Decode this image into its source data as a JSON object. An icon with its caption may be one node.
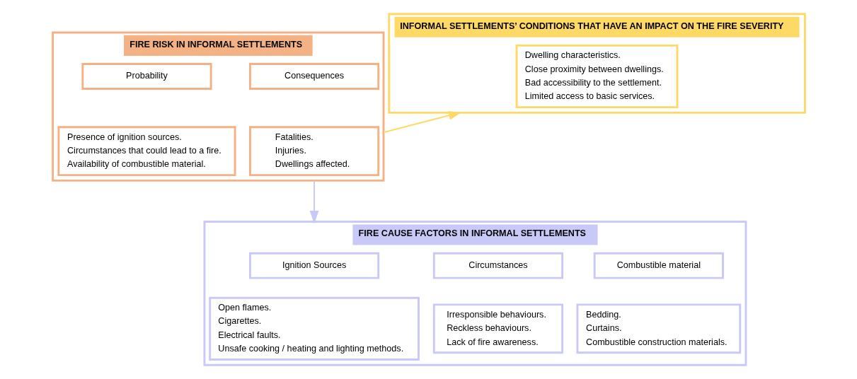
{
  "diagram": {
    "nodes": [
      {
        "text": [
          "FIRE RISK IN INFORMAL SETTLEMENTS"
        ]
      },
      {
        "text": [
          "Probability"
        ],
        "in": 0
      },
      {
        "text": [
          "Consequences"
        ],
        "in": 0
      },
      {
        "text": [
          "Presence of ignition sources.",
          "Circumstances that could lead to a fire.",
          "Availability of combustible material."
        ],
        "in": 0
      },
      {
        "text": [
          "Fatalities.",
          "Injuries.",
          "Dwellings affected."
        ],
        "in": 0
      },
      {
        "text": [
          "INFORMAL SETTLEMENTS’ CONDITIONS THAT HAVE AN IMPACT ON THE FIRE SEVERITY"
        ]
      },
      {
        "text": [
          "Dwelling characteristics.",
          "Close proximity between dwellings.",
          "Bad accessibility to the settlement.",
          "Limited access to basic services."
        ],
        "in": 5
      },
      {
        "text": [
          "FIRE CAUSE FACTORS IN INFORMAL SETTLEMENTS"
        ]
      },
      {
        "text": [
          "Ignition Sources"
        ],
        "in": 7
      },
      {
        "text": [
          "Circumstances"
        ],
        "in": 7
      },
      {
        "text": [
          "Combustible material"
        ],
        "in": 7
      },
      {
        "text": [
          "Open flames.",
          "Cigarettes.",
          "Electrical faults.",
          "Unsafe cooking / heating and lighting methods."
        ],
        "in": 7
      },
      {
        "text": [
          "Irresponsible behaviours.",
          "Reckless behaviours.",
          "Lack of fire awareness."
        ],
        "in": 7
      },
      {
        "text": [
          "Bedding.",
          "Curtains.",
          "Combustible construction materials."
        ],
        "in": 7
      }
    ],
    "edges": [
      {
        "from": 0,
        "to": 5,
        "arrow": "to",
        "color": "#ffd966"
      },
      {
        "from": 0,
        "to": 7,
        "arrow": "to",
        "color": "#c9c9f7"
      }
    ]
  }
}
